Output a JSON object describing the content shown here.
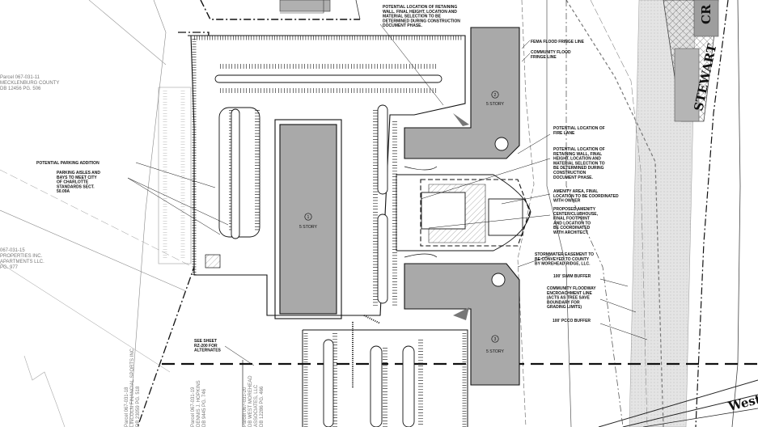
{
  "notes": {
    "retaining_top": [
      "POTENTIAL LOCATION OF RETAINING",
      "WALL. FINAL HEIGHT, LOCATION AND",
      "MATERIAL SELECTION TO BE",
      "DETERMINED DURING CONSTRUCTION",
      "DOCUMENT PHASE."
    ],
    "fema": [
      "FEMA FLOOD FRINGE LINE"
    ],
    "community_fringe": [
      "COMMUNITY FLOOD",
      "FRINGE LINE"
    ],
    "fire_lane": [
      "POTENTIAL LOCATION OF",
      "FIRE LANE"
    ],
    "retaining_mid": [
      "POTENTIAL LOCATION OF",
      "RETAINING WALL, FINAL",
      "HEIGHT, LOCATION AND",
      "MATERIAL SELECTION TO",
      "BE DETERMINED DURING",
      "CONSTRUCTION",
      "DOCUMENT PHASE."
    ],
    "amenity_area": [
      "AMENITY AREA, FINAL",
      "LOCATION TO BE COORDINATED",
      "WITH OWNER"
    ],
    "amenity_center": [
      "PROPOSED AMENITY",
      "CENTER/CLUBHOUSE,",
      "FINAL FOOTPRINT",
      "AND LOCATION TO",
      "BE COORDINATED",
      "WITH ARCHITECT"
    ],
    "stormwater": [
      "STORMWATER EASEMENT TO",
      "BE CONVEYED TO COUNTY",
      "BY MOREHEAD RIDGE, LLC."
    ],
    "swim": [
      "100' SWIM BUFFER"
    ],
    "floodway": [
      "COMMUNITY FLOODWAY",
      "ENCROACHMENT LINE",
      "(ACTS AS TREE SAVE",
      "BOUNDARY FOR",
      "GRADING LIMITS)"
    ],
    "pcco": [
      "100' PCCO BUFFER"
    ],
    "parking_addition": [
      "POTENTIAL PARKING ADDITION"
    ],
    "parking_aisles": [
      "PARKING AISLES AND",
      "BAYS TO MEET CITY",
      "OF CHARLOTTE",
      "STANDARDS SECT.",
      "50.09A"
    ],
    "see_sheet": [
      "SEE SHEET",
      "RZ-200 FOR",
      "ALTERNATES"
    ]
  },
  "parcels": {
    "mecklenburg": [
      "Parcel 067-031-11",
      "MECKLENBURG COUNTY",
      "DB 12456 PG. 506"
    ],
    "properties": [
      "067-031-15",
      "PROPERTIES INC.",
      "APARTMENTS LLC.",
      "PG. 977"
    ],
    "lincoln": [
      "Parcel 067-031-18",
      "LINCOLN FINANCIAL SPORTS INC",
      "DB 23059 PG. 518"
    ],
    "hopkins": [
      "Parcel 067-031-19",
      "DENNIS J. HOPKINS",
      "DB 9445 PG. 746"
    ],
    "west_morehead": [
      "Parcel 067-031-20",
      "DB WEST MOREHEAD",
      "ASSOCIATES, LLC",
      "DB 12286 PG. 466"
    ]
  },
  "buildings": {
    "b1": {
      "num": "1",
      "label": "5 STORY"
    },
    "b2": {
      "num": "2",
      "label": "5 STORY"
    },
    "b3": {
      "num": "3",
      "label": "5 STORY"
    }
  },
  "roads": {
    "stewart": "STEWART",
    "west": "West",
    "corner": "CR"
  },
  "colors": {
    "building": "#a9a9a9",
    "line": "#111111",
    "parcel_text": "#777777",
    "hatch": "#9a9a9a"
  }
}
